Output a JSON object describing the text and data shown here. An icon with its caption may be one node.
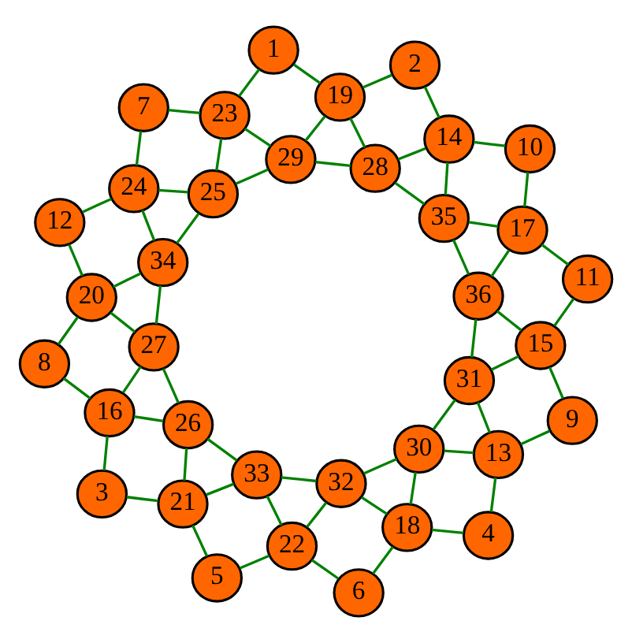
{
  "diagram": {
    "nodes": [
      {
        "text": [
          "1"
        ]
      },
      {
        "text": [
          "2"
        ]
      },
      {
        "text": [
          "3"
        ]
      },
      {
        "text": [
          "4"
        ]
      },
      {
        "text": [
          "5"
        ]
      },
      {
        "text": [
          "6"
        ]
      },
      {
        "text": [
          "7"
        ]
      },
      {
        "text": [
          "8"
        ]
      },
      {
        "text": [
          "9"
        ]
      },
      {
        "text": [
          "10"
        ]
      },
      {
        "text": [
          "11"
        ]
      },
      {
        "text": [
          "12"
        ]
      },
      {
        "text": [
          "13"
        ]
      },
      {
        "text": [
          "14"
        ]
      },
      {
        "text": [
          "15"
        ]
      },
      {
        "text": [
          "16"
        ]
      },
      {
        "text": [
          "17"
        ]
      },
      {
        "text": [
          "18"
        ]
      },
      {
        "text": [
          "19"
        ]
      },
      {
        "text": [
          "20"
        ]
      },
      {
        "text": [
          "21"
        ]
      },
      {
        "text": [
          "22"
        ]
      },
      {
        "text": [
          "23"
        ]
      },
      {
        "text": [
          "24"
        ]
      },
      {
        "text": [
          "25"
        ]
      },
      {
        "text": [
          "26"
        ]
      },
      {
        "text": [
          "27"
        ]
      },
      {
        "text": [
          "28"
        ]
      },
      {
        "text": [
          "29"
        ]
      },
      {
        "text": [
          "30"
        ]
      },
      {
        "text": [
          "31"
        ]
      },
      {
        "text": [
          "32"
        ]
      },
      {
        "text": [
          "33"
        ]
      },
      {
        "text": [
          "34"
        ]
      },
      {
        "text": [
          "35"
        ]
      },
      {
        "text": [
          "36"
        ]
      }
    ],
    "edges": [
      {
        "from": 0,
        "to": 22,
        "arrow": "none"
      },
      {
        "from": 0,
        "to": 18,
        "arrow": "none"
      },
      {
        "from": 1,
        "to": 18,
        "arrow": "none"
      },
      {
        "from": 1,
        "to": 13,
        "arrow": "none"
      },
      {
        "from": 9,
        "to": 13,
        "arrow": "none"
      },
      {
        "from": 9,
        "to": 16,
        "arrow": "none"
      },
      {
        "from": 10,
        "to": 16,
        "arrow": "none"
      },
      {
        "from": 10,
        "to": 14,
        "arrow": "none"
      },
      {
        "from": 8,
        "to": 14,
        "arrow": "none"
      },
      {
        "from": 8,
        "to": 12,
        "arrow": "none"
      },
      {
        "from": 3,
        "to": 12,
        "arrow": "none"
      },
      {
        "from": 3,
        "to": 17,
        "arrow": "none"
      },
      {
        "from": 5,
        "to": 17,
        "arrow": "none"
      },
      {
        "from": 5,
        "to": 21,
        "arrow": "none"
      },
      {
        "from": 4,
        "to": 21,
        "arrow": "none"
      },
      {
        "from": 4,
        "to": 20,
        "arrow": "none"
      },
      {
        "from": 2,
        "to": 20,
        "arrow": "none"
      },
      {
        "from": 2,
        "to": 15,
        "arrow": "none"
      },
      {
        "from": 7,
        "to": 15,
        "arrow": "none"
      },
      {
        "from": 7,
        "to": 19,
        "arrow": "none"
      },
      {
        "from": 11,
        "to": 19,
        "arrow": "none"
      },
      {
        "from": 11,
        "to": 23,
        "arrow": "none"
      },
      {
        "from": 6,
        "to": 23,
        "arrow": "none"
      },
      {
        "from": 6,
        "to": 22,
        "arrow": "none"
      },
      {
        "from": 22,
        "to": 28,
        "arrow": "none"
      },
      {
        "from": 22,
        "to": 24,
        "arrow": "none"
      },
      {
        "from": 23,
        "to": 24,
        "arrow": "none"
      },
      {
        "from": 23,
        "to": 33,
        "arrow": "none"
      },
      {
        "from": 19,
        "to": 33,
        "arrow": "none"
      },
      {
        "from": 19,
        "to": 26,
        "arrow": "none"
      },
      {
        "from": 15,
        "to": 26,
        "arrow": "none"
      },
      {
        "from": 15,
        "to": 25,
        "arrow": "none"
      },
      {
        "from": 20,
        "to": 25,
        "arrow": "none"
      },
      {
        "from": 20,
        "to": 32,
        "arrow": "none"
      },
      {
        "from": 21,
        "to": 32,
        "arrow": "none"
      },
      {
        "from": 21,
        "to": 31,
        "arrow": "none"
      },
      {
        "from": 17,
        "to": 31,
        "arrow": "none"
      },
      {
        "from": 17,
        "to": 29,
        "arrow": "none"
      },
      {
        "from": 12,
        "to": 29,
        "arrow": "none"
      },
      {
        "from": 12,
        "to": 30,
        "arrow": "none"
      },
      {
        "from": 14,
        "to": 30,
        "arrow": "none"
      },
      {
        "from": 14,
        "to": 35,
        "arrow": "none"
      },
      {
        "from": 16,
        "to": 35,
        "arrow": "none"
      },
      {
        "from": 16,
        "to": 34,
        "arrow": "none"
      },
      {
        "from": 13,
        "to": 34,
        "arrow": "none"
      },
      {
        "from": 13,
        "to": 27,
        "arrow": "none"
      },
      {
        "from": 18,
        "to": 27,
        "arrow": "none"
      },
      {
        "from": 18,
        "to": 28,
        "arrow": "none"
      },
      {
        "from": 28,
        "to": 24,
        "arrow": "none"
      },
      {
        "from": 24,
        "to": 33,
        "arrow": "none"
      },
      {
        "from": 33,
        "to": 26,
        "arrow": "none"
      },
      {
        "from": 26,
        "to": 25,
        "arrow": "none"
      },
      {
        "from": 25,
        "to": 32,
        "arrow": "none"
      },
      {
        "from": 32,
        "to": 31,
        "arrow": "none"
      },
      {
        "from": 31,
        "to": 29,
        "arrow": "none"
      },
      {
        "from": 29,
        "to": 30,
        "arrow": "none"
      },
      {
        "from": 30,
        "to": 35,
        "arrow": "none"
      },
      {
        "from": 35,
        "to": 34,
        "arrow": "none"
      },
      {
        "from": 34,
        "to": 27,
        "arrow": "none"
      },
      {
        "from": 27,
        "to": 28,
        "arrow": "none"
      }
    ]
  }
}
